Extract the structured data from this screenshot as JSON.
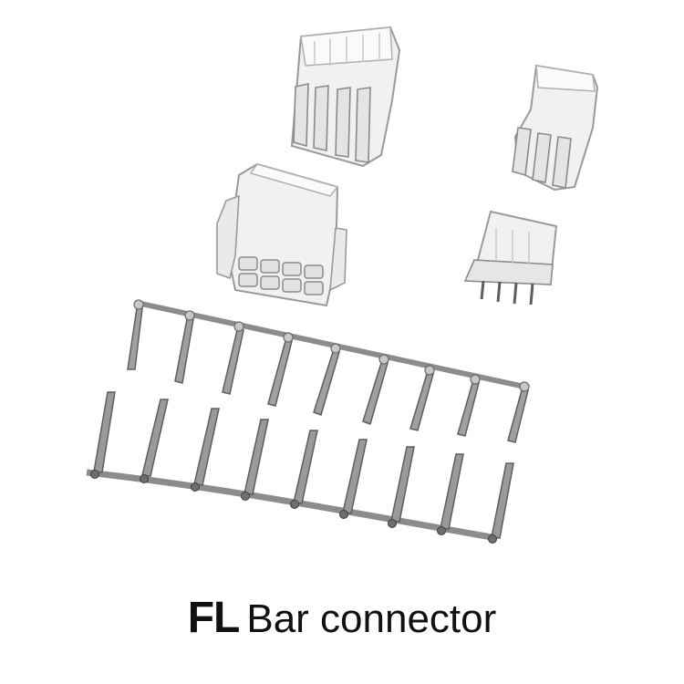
{
  "caption": {
    "bold_part": "FL",
    "regular_part": "Bar connector"
  },
  "colors": {
    "housing_fill": "#f1f1f1",
    "housing_stroke": "#9a9a9a",
    "housing_shadow": "#d9d9d9",
    "metal": "#8c8c8c",
    "metal_dark": "#5e5e5e",
    "text": "#111111"
  },
  "illustration": {
    "parts": [
      {
        "name": "receptacle-housing-4pin-large",
        "icon": "connector-housing-icon"
      },
      {
        "name": "receptacle-housing-3pin-small",
        "icon": "connector-housing-icon"
      },
      {
        "name": "plug-housing-8pin",
        "icon": "connector-housing-icon"
      },
      {
        "name": "header-pcb-4pin",
        "icon": "pcb-header-icon"
      },
      {
        "name": "female-terminal-strip",
        "icon": "crimp-terminal-icon",
        "count": 9
      },
      {
        "name": "male-terminal-strip",
        "icon": "crimp-terminal-icon",
        "count": 9
      }
    ]
  }
}
